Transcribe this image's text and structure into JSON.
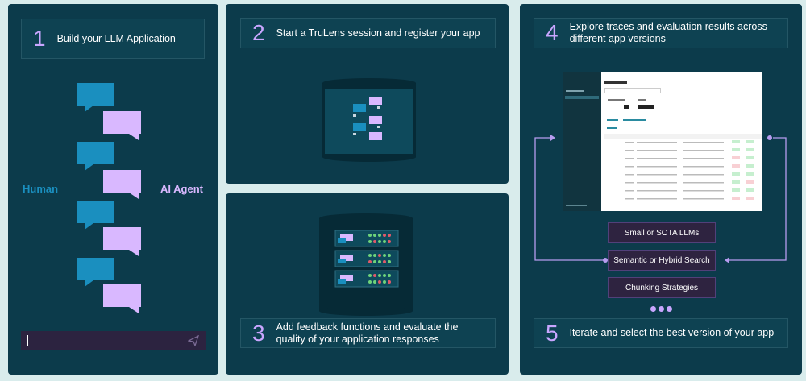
{
  "steps": {
    "s1": {
      "number": "1",
      "text": "Build your LLM Application"
    },
    "s2": {
      "number": "2",
      "text": "Start a TruLens session and register your app"
    },
    "s3": {
      "number": "3",
      "text": "Add feedback functions and evaluate the quality of your application responses"
    },
    "s4": {
      "number": "4",
      "text": "Explore traces and evaluation results across different app versions"
    },
    "s5": {
      "number": "5",
      "text": "Iterate and select the best version of your app"
    }
  },
  "chat": {
    "human_label": "Human",
    "agent_label": "AI Agent",
    "input_value": ""
  },
  "variants": [
    "Small or SOTA LLMs",
    "Semantic or Hybrid Search",
    "Chunking Strategies"
  ],
  "colors": {
    "panel": "#0c3b4b",
    "human": "#1a8fbf",
    "agent": "#d9b8ff",
    "accent": "#c9a6ff"
  },
  "icons": {
    "send": "send-icon"
  }
}
